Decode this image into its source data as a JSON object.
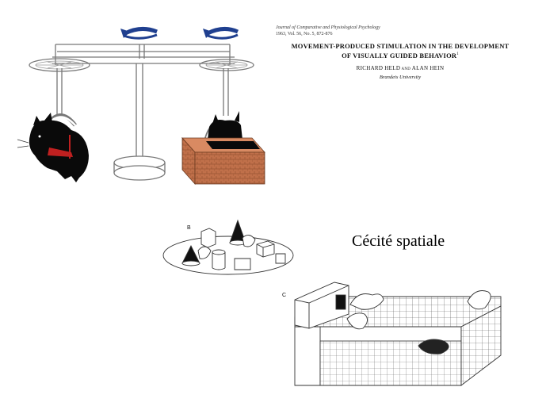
{
  "paper": {
    "journal": "Journal of Comparative and Physiological Psychology",
    "volume_line": "1963, Vol. 56, No. 5, 872-876",
    "title_line_1": "MOVEMENT-PRODUCED STIMULATION IN THE DEVELOPMENT",
    "title_line_2": "OF VISUALLY GUIDED BEHAVIOR",
    "title_footnote": "1",
    "authors": "RICHARD HELD",
    "authors_sep": " AND ",
    "author_2": "ALAN HEIN",
    "affiliation": "Brandeis University"
  },
  "caption": "Cécité spatiale",
  "figure_labels": {
    "b": "B",
    "c": "C"
  },
  "colors": {
    "arrow_blue": "#1f3f8f",
    "box_brown": "#c0704a",
    "cat_black": "#0a0a0a",
    "harness_red": "#c02020",
    "line_gray": "#777777"
  },
  "icons": [
    "rotation-arrow-icon",
    "rotation-arrow-icon"
  ]
}
